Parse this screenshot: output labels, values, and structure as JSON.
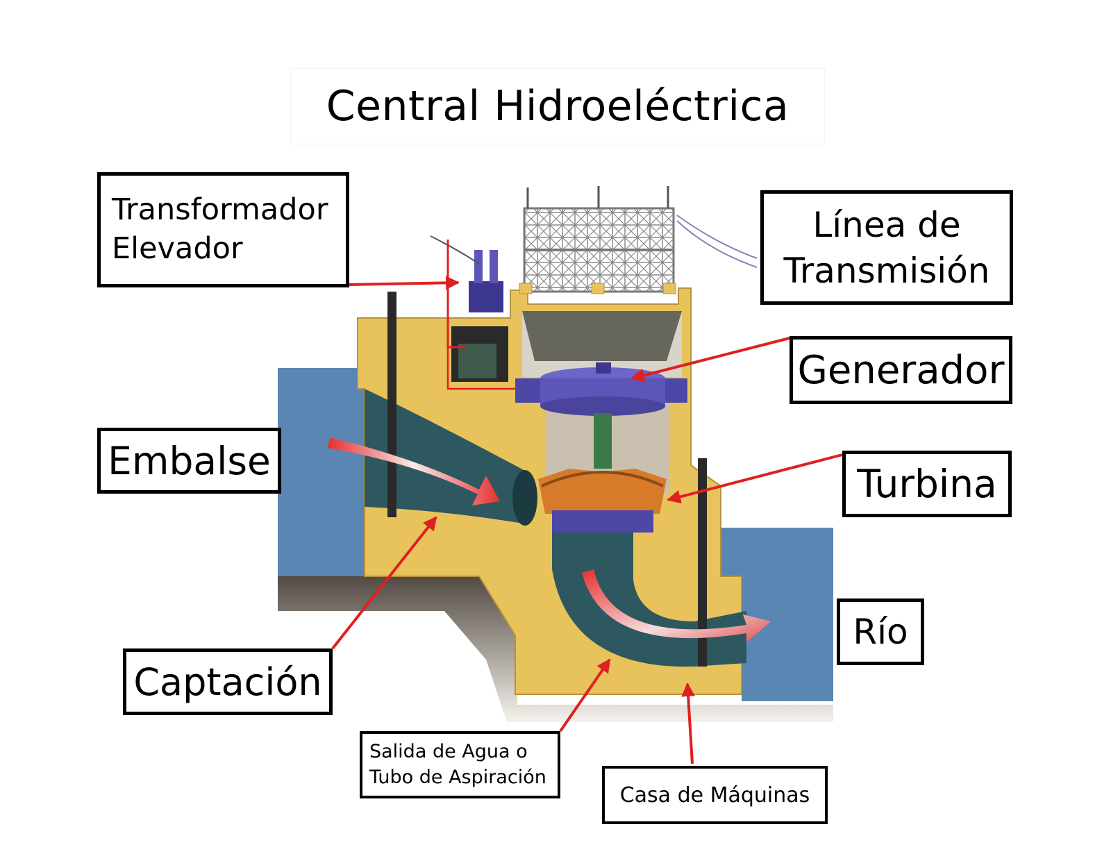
{
  "title": "Central Hidroeléctrica",
  "labels": {
    "transformador": "Transformador\nElevador",
    "linea": "Línea de\nTransmisión",
    "generador": "Generador",
    "embalse": "Embalse",
    "turbina": "Turbina",
    "captacion": "Captación",
    "rio": "Río",
    "salida": "Salida de Agua o\nTubo de Aspiración",
    "casa": "Casa de Máquinas"
  },
  "colors": {
    "water": "#5a86b4",
    "concrete": "#e8c35c",
    "pipe": "#2e5860",
    "generator": "#5d56b8",
    "arrow": "#e02020",
    "tower": "#7a7a7a",
    "ground": "#3a2e24"
  }
}
